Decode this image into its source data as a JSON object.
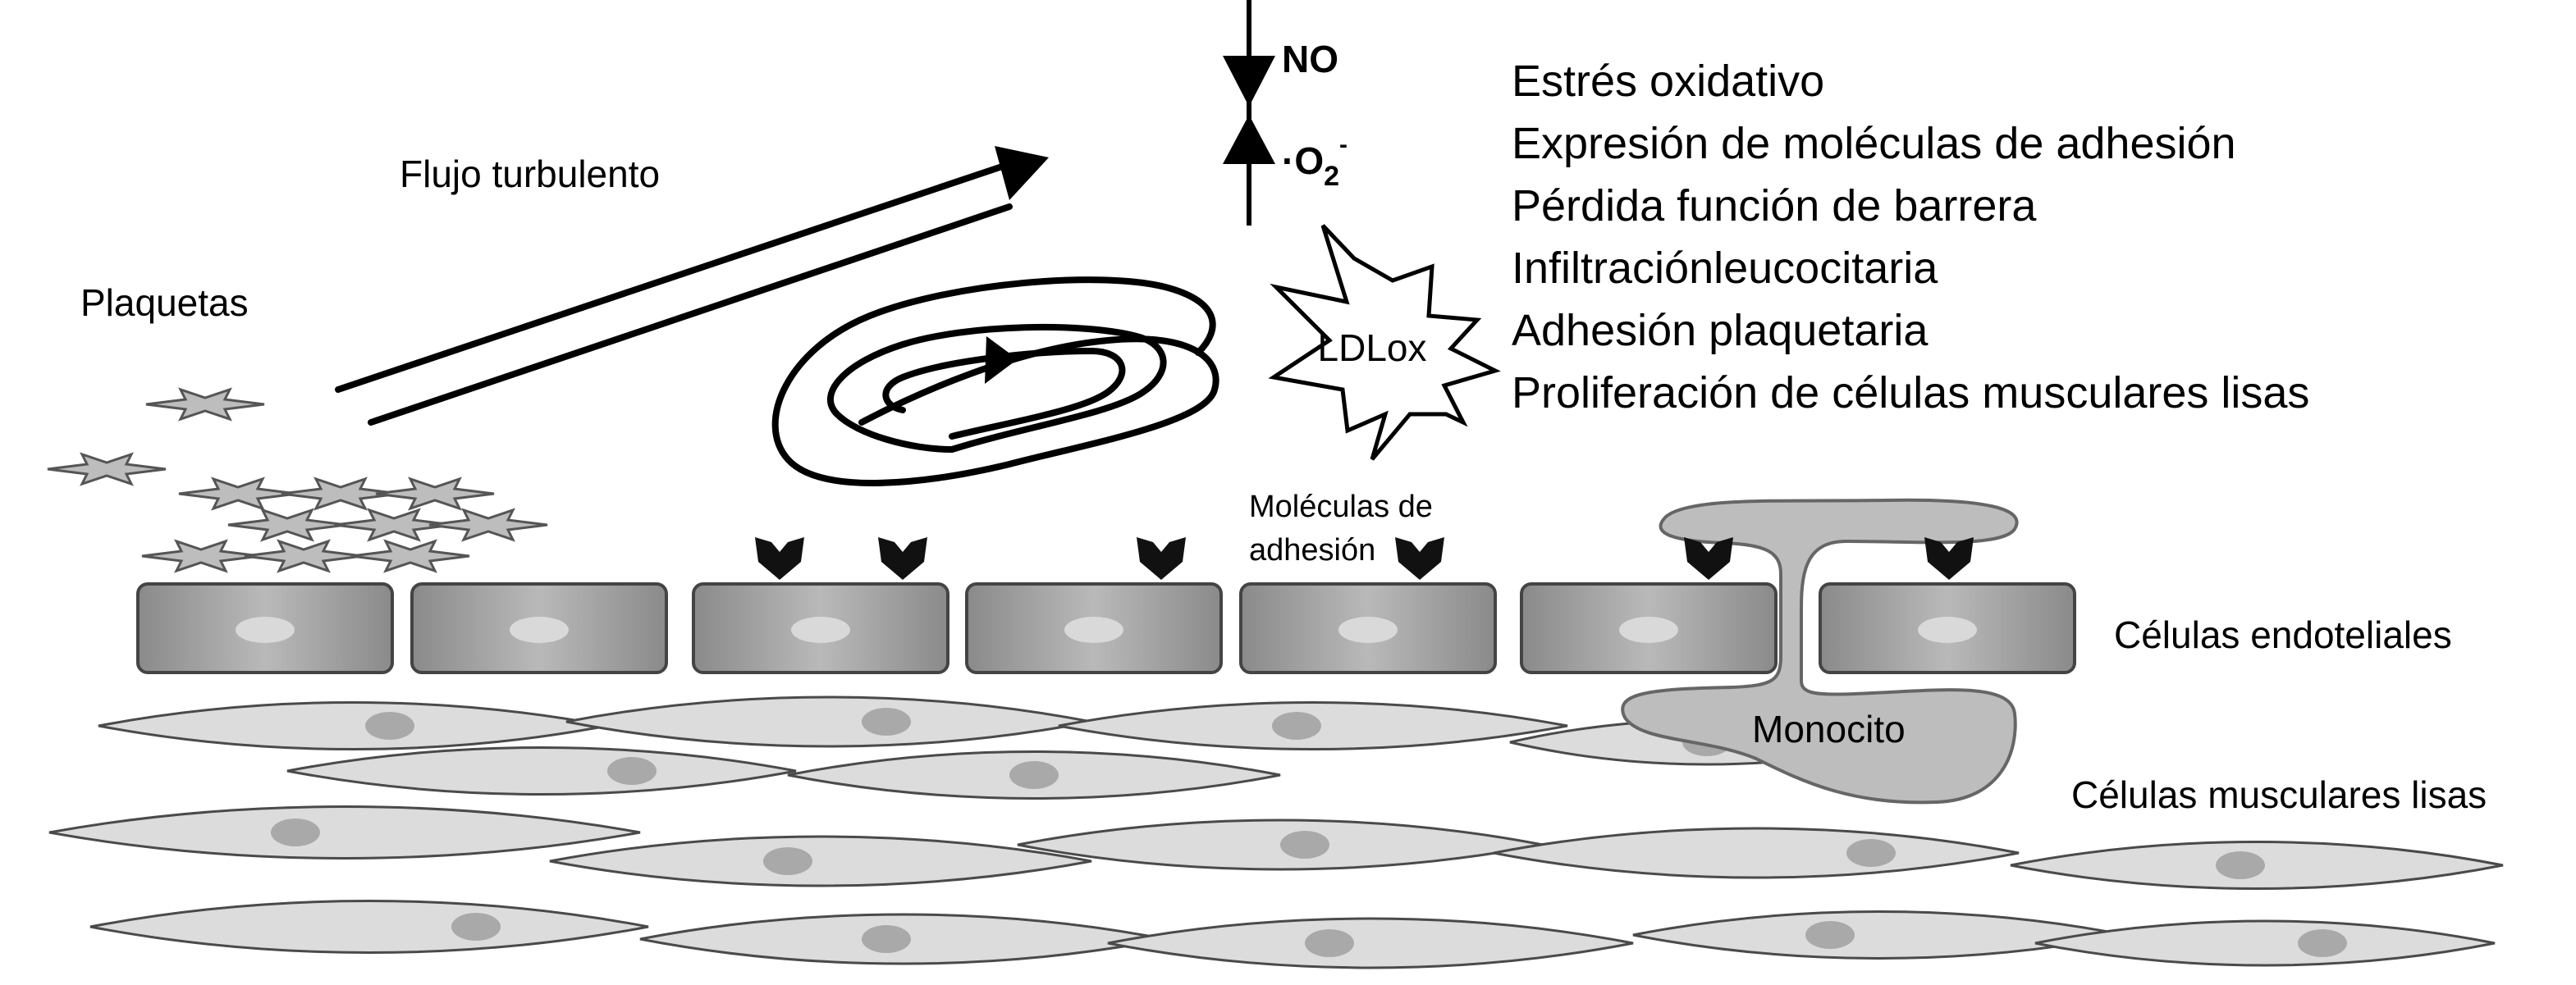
{
  "labels": {
    "flow": "Flujo turbulento",
    "platelets": "Plaquetas",
    "no": "NO",
    "superoxide_base": "·O",
    "superoxide_sub": "2",
    "superoxide_sup": "-",
    "ldlox": "LDLox",
    "adhesion_line1": "Moléculas de",
    "adhesion_line2": "adhesión",
    "endothelial": "Células endoteliales",
    "smooth_muscle": "Células musculares lisas",
    "monocyte": "Monocito"
  },
  "effects": [
    "Estrés oxidativo",
    "Expresión de moléculas de adhesión",
    "Pérdida función de barrera",
    "Infiltraciónleucocitaria",
    "Adhesión plaquetaria",
    "Proliferación de células musculares lisas"
  ],
  "colors": {
    "endothelial_fill": "#9d9d9d",
    "smooth_muscle_fill": "#dcdcdc",
    "monocyte_fill": "#bdbdbd",
    "platelet_fill": "#bdbdbd",
    "adhesion_molecule": "#111111"
  },
  "icons": [
    "down-arrow-icon",
    "up-arrow-icon",
    "starburst-icon",
    "platelet-star-icon",
    "adhesion-molecule-icon"
  ]
}
